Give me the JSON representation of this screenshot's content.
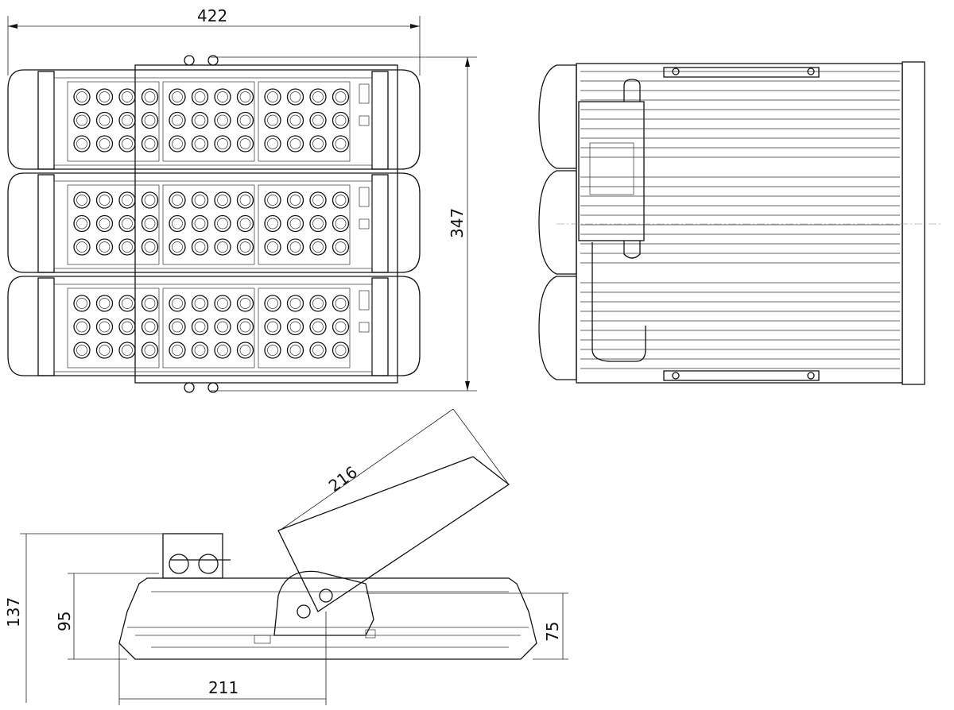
{
  "dimensions": {
    "width_front": "422",
    "height_front": "347",
    "bracket_length": "216",
    "side_height_total": "137",
    "side_height_body": "95",
    "side_height_mount": "75",
    "side_width": "211"
  },
  "front_view": {
    "modules": 3,
    "led_groups_per_module": 3,
    "led_columns_per_group": 4,
    "led_rows": 3
  }
}
